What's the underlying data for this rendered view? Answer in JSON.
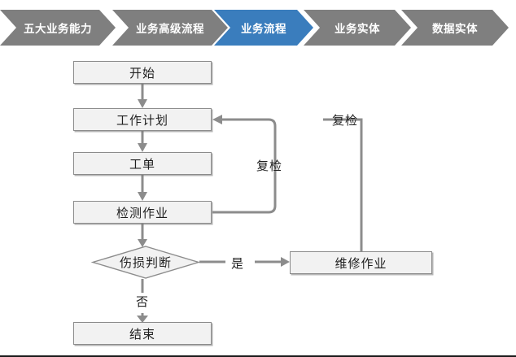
{
  "colors": {
    "chevron_inactive": "#7f7f7f",
    "chevron_active": "#3a7dbd",
    "node_fill": "#f2f2f2",
    "node_border": "#8c8c8c",
    "connector": "#8c8c8c",
    "text": "#1f1f1f",
    "page_bg": "#ffffff"
  },
  "breadcrumb": {
    "items": [
      {
        "label": "五大业务能力",
        "active": false
      },
      {
        "label": "业务高级流程",
        "active": false
      },
      {
        "label": "业务流程",
        "active": true
      },
      {
        "label": "业务实体",
        "active": false
      },
      {
        "label": "数据实体",
        "active": false
      }
    ]
  },
  "flowchart": {
    "nodes": [
      {
        "id": "start",
        "label": "开始",
        "shape": "rect"
      },
      {
        "id": "work-plan",
        "label": "工作计划",
        "shape": "rect"
      },
      {
        "id": "work-order",
        "label": "工单",
        "shape": "rect"
      },
      {
        "id": "inspection",
        "label": "检测作业",
        "shape": "rect"
      },
      {
        "id": "damage",
        "label": "伤损判断",
        "shape": "diamond"
      },
      {
        "id": "repair",
        "label": "维修作业",
        "shape": "rect"
      },
      {
        "id": "end",
        "label": "结束",
        "shape": "rect"
      }
    ],
    "edge_labels": {
      "recheck_inner": "复检",
      "recheck_outer": "复检",
      "yes": "是",
      "no": "否"
    }
  }
}
